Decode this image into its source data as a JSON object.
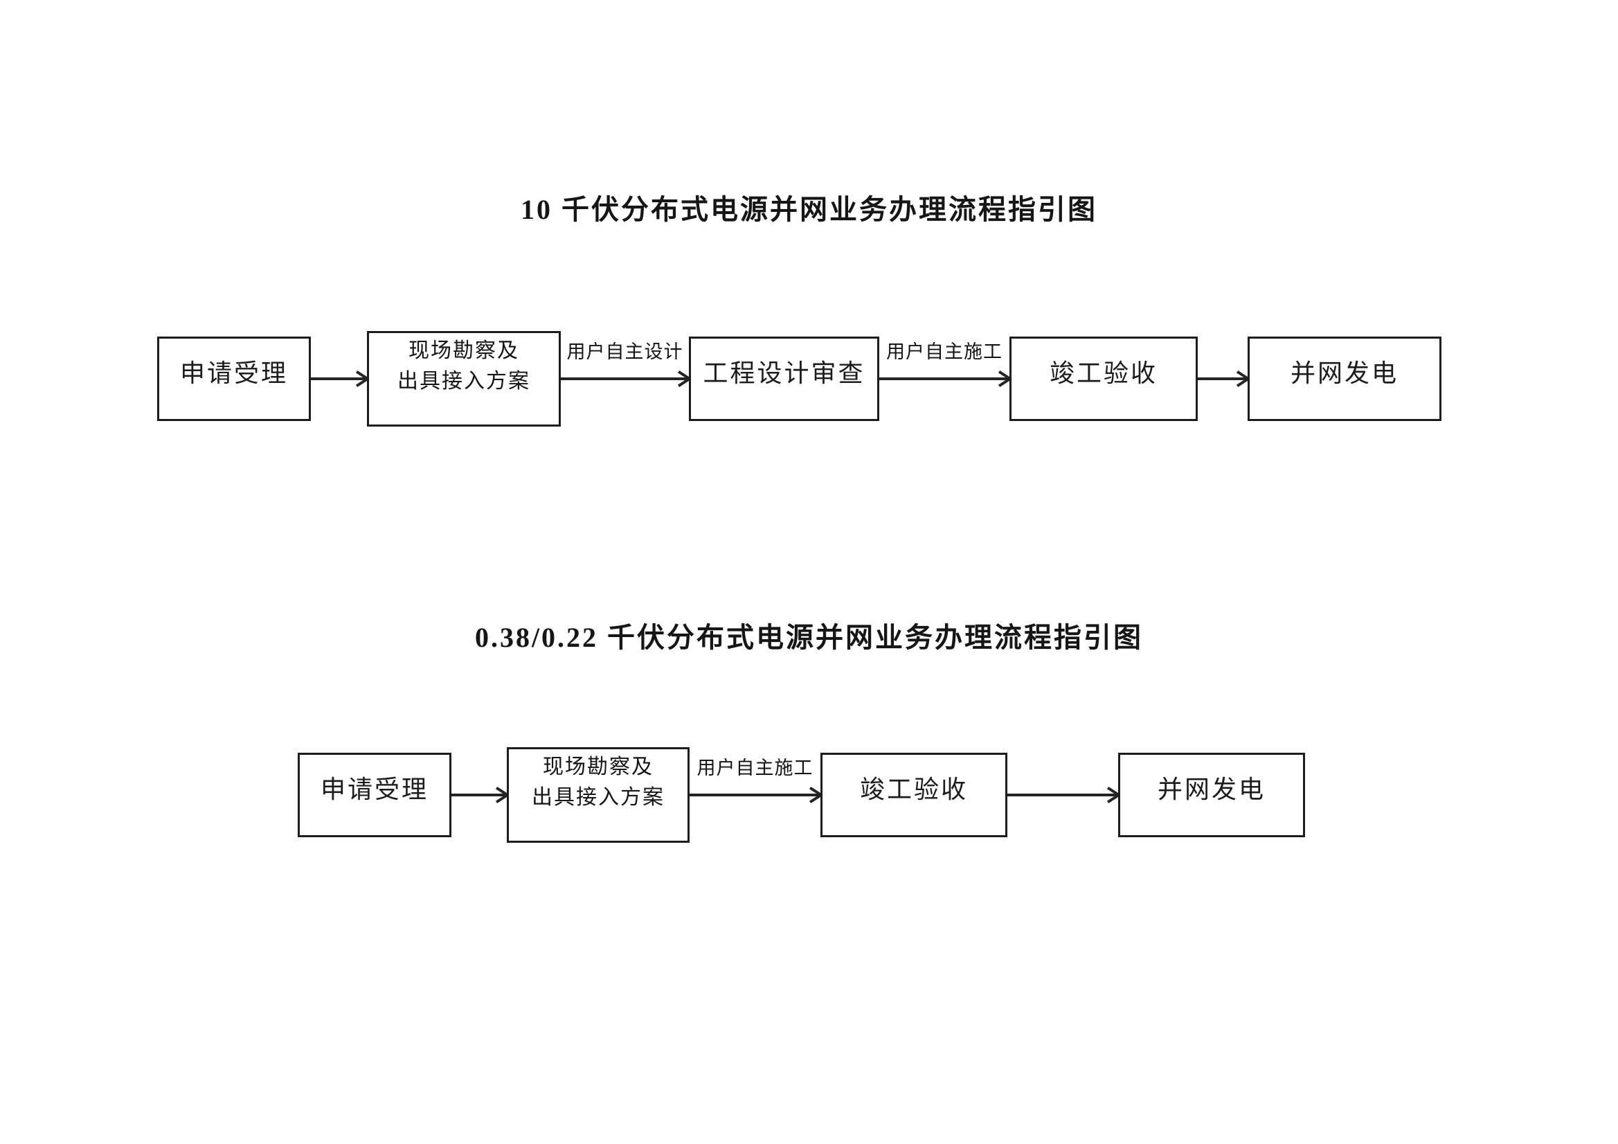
{
  "colors": {
    "background": "#ffffff",
    "ink": "#1c1c1c",
    "line": "#242424"
  },
  "diagram1": {
    "title": "10 千伏分布式电源并网业务办理流程指引图",
    "nodes": [
      {
        "lines": [
          "申请受理"
        ]
      },
      {
        "lines": [
          "现场勘察及",
          "出具接入方案"
        ]
      },
      {
        "lines": [
          "工程设计审查"
        ]
      },
      {
        "lines": [
          "竣工验收"
        ]
      },
      {
        "lines": [
          "并网发电"
        ]
      }
    ],
    "edges": [
      {
        "label": ""
      },
      {
        "label": "用户自主设计"
      },
      {
        "label": "用户自主施工"
      },
      {
        "label": ""
      }
    ]
  },
  "diagram2": {
    "title": "0.38/0.22 千伏分布式电源并网业务办理流程指引图",
    "nodes": [
      {
        "lines": [
          "申请受理"
        ]
      },
      {
        "lines": [
          "现场勘察及",
          "出具接入方案"
        ]
      },
      {
        "lines": [
          "竣工验收"
        ]
      },
      {
        "lines": [
          "并网发电"
        ]
      }
    ],
    "edges": [
      {
        "label": ""
      },
      {
        "label": "用户自主施工"
      },
      {
        "label": ""
      }
    ]
  }
}
